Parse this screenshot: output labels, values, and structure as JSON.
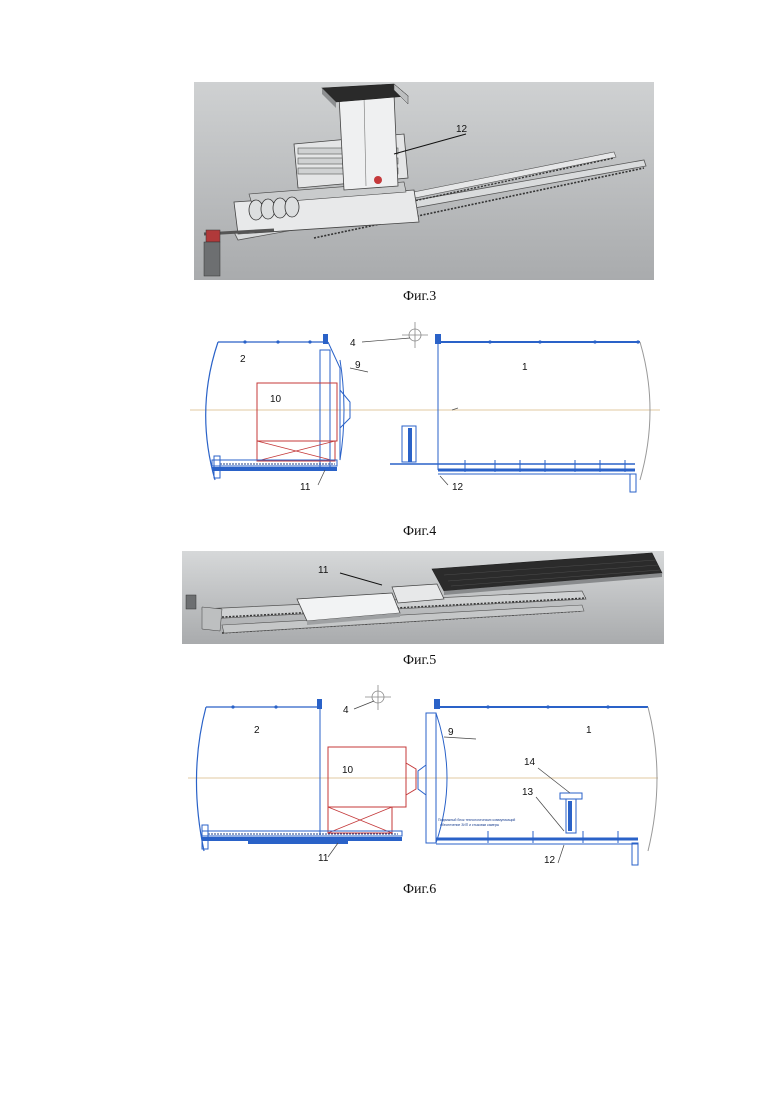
{
  "figures": [
    {
      "caption": "Фиг.3",
      "labels": [
        "12"
      ]
    },
    {
      "caption": "Фиг.4",
      "labels": [
        "2",
        "9",
        "10",
        "4",
        "1",
        "11",
        "12"
      ]
    },
    {
      "caption": "Фиг.5",
      "labels": [
        "11"
      ]
    },
    {
      "caption": "Фиг.6",
      "labels": [
        "2",
        "4",
        "9",
        "1",
        "10",
        "14",
        "13",
        "11",
        "12"
      ]
    }
  ],
  "fig6_note": [
    "Подвижный блок технологических коммуникаций",
    "обеспечение ЗИП и стыковки камеры"
  ],
  "colors": {
    "line_blue": "#2a62c8",
    "line_red": "#c4393a",
    "axis_tan": "#e2c9a0",
    "render_bg": "#b9bbbd"
  }
}
